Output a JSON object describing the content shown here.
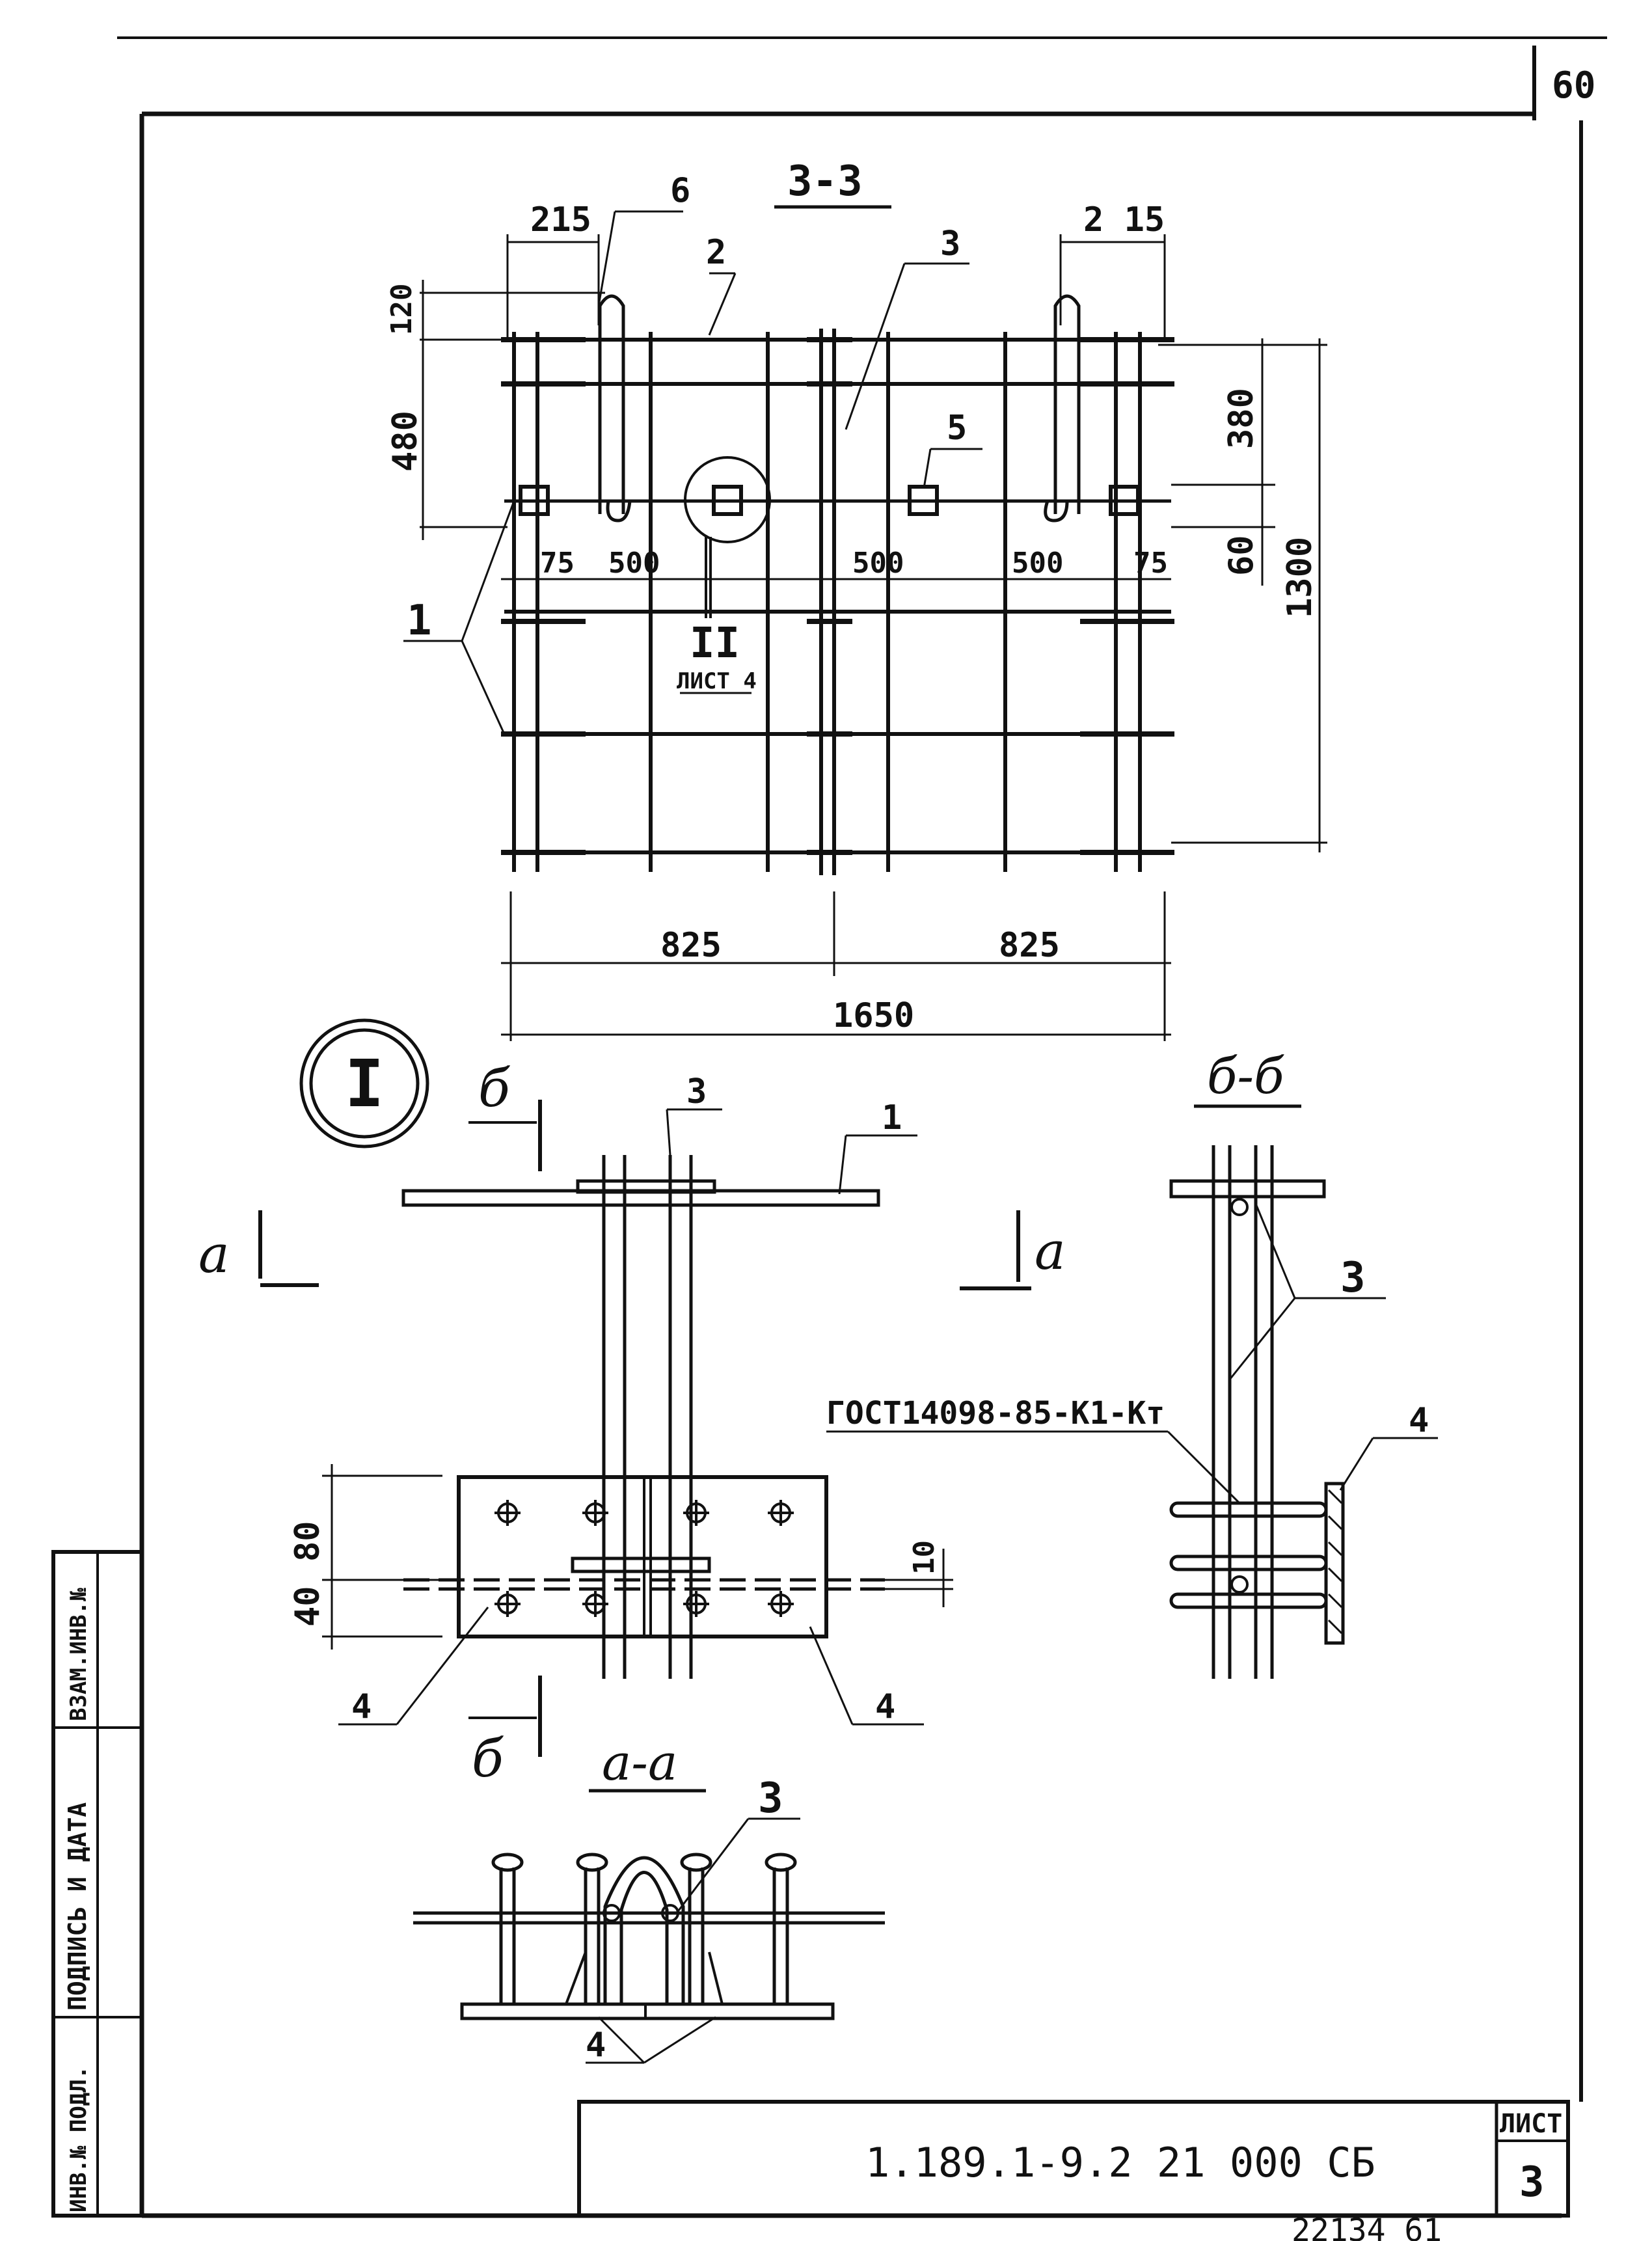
{
  "sheet": {
    "page_corner_number": "60",
    "designation": "1.189.1-9.2 21 000 СБ",
    "sheet_label": "ЛИСТ",
    "sheet_number": "3",
    "footer_number": "22134   61"
  },
  "side_stamp": {
    "inv_no_orig": "ИНВ.№ ПОДЛ.",
    "signature_date": "ПОДПИСЬ И ДАТА",
    "replacement_inv": "ВЗАМ.ИНВ.№"
  },
  "plan_view": {
    "title": "3-3",
    "dims": {
      "left_215": "215",
      "right_215": "2 15",
      "d120": "120",
      "d480": "480",
      "d380": "380",
      "d60": "60",
      "d1300": "1300",
      "d75_left": "75",
      "d500_a": "500",
      "d500_b": "500",
      "d500_c": "500",
      "d75_right": "75",
      "d825_left": "825",
      "d825_right": "825",
      "d1650": "1650"
    },
    "callouts": {
      "c6": "6",
      "c2": "2",
      "c3": "3",
      "c5": "5",
      "c1": "1"
    },
    "detail_ref": {
      "numeral": "II",
      "sheet": "ЛИСТ 4"
    }
  },
  "detail_I": {
    "marker": "I",
    "section_b_letter": "б",
    "section_a_letter": "а",
    "callouts": {
      "c3": "3",
      "c1": "1",
      "c4_left": "4",
      "c4_right": "4"
    },
    "dims": {
      "d80": "80",
      "d40": "40",
      "d10": "10"
    }
  },
  "section_bb": {
    "title": "б-б",
    "callout_3": "3",
    "callout_4": "4",
    "gost_note": "ГОСТ14098-85-К1-Кт"
  },
  "section_aa": {
    "title": "а-а",
    "callout_3": "3",
    "callout_4": "4"
  }
}
